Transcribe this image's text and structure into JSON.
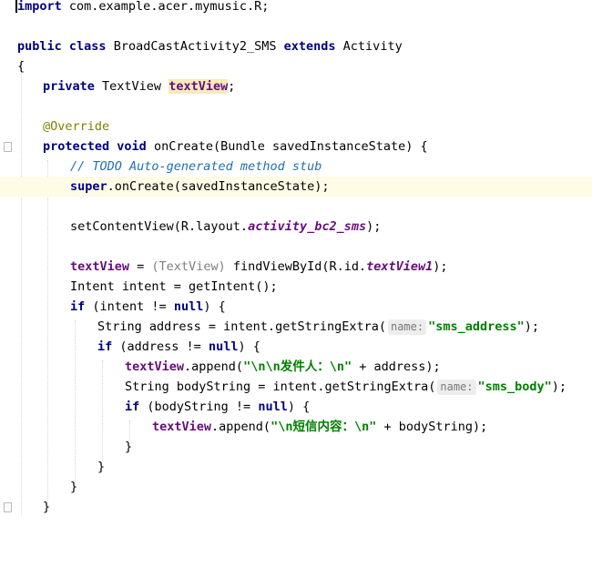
{
  "editor": {
    "lines": {
      "l1": {
        "import_kw": "import",
        "import_path": " com.example.acer.mymusic.R;"
      },
      "l3": {
        "public_kw": "public",
        "class_kw": "class",
        "class_name": " BroadCastActivity2_SMS ",
        "extends_kw": "extends",
        "parent": " Activity"
      },
      "l4": {
        "brace": "{"
      },
      "l5": {
        "private_kw": "private",
        "type": " TextView ",
        "field": "textView",
        "semi": ";"
      },
      "l7": {
        "annotation": "@Override"
      },
      "l8": {
        "protected_kw": "protected",
        "void_kw": "void",
        "sig": " onCreate(Bundle savedInstanceState) {"
      },
      "l9": {
        "comment": "// TODO Auto-generated method stub"
      },
      "l10": {
        "super_kw": "super",
        "call": ".onCreate(savedInstanceState);"
      },
      "l12": {
        "call": "setContentView(R.layout.",
        "res": "activity_bc2_sms",
        "end": ");"
      },
      "l14": {
        "field": "textView",
        "eq": " = ",
        "cast": "(TextView)",
        "call": " findViewById(R.id.",
        "res": "textView1",
        "end": ");"
      },
      "l15": {
        "code": "Intent intent = getIntent();"
      },
      "l16": {
        "if_kw": "if",
        "cond": " (intent != ",
        "null_kw": "null",
        "end": ") {"
      },
      "l17": {
        "code": "String address = intent.getStringExtra(",
        "hint": "name:",
        "str": "\"sms_address\"",
        "end": ");"
      },
      "l18": {
        "if_kw": "if",
        "cond": " (address != ",
        "null_kw": "null",
        "end": ") {"
      },
      "l19": {
        "field": "textView",
        "call": ".append(",
        "str": "\"\\n\\n发件人：\\n\"",
        "end": " + address);"
      },
      "l20": {
        "code": "String bodyString = intent.getStringExtra(",
        "hint": "name:",
        "str": "\"sms_body\"",
        "end": ");"
      },
      "l21": {
        "if_kw": "if",
        "cond": " (bodyString != ",
        "null_kw": "null",
        "end": ") {"
      },
      "l22": {
        "field": "textView",
        "call": ".append(",
        "str": "\"\\n短信内容：\\n\"",
        "end": " + bodyString);"
      },
      "l23": {
        "brace": "}"
      },
      "l24": {
        "brace": "}"
      },
      "l25": {
        "brace": "}"
      },
      "l26": {
        "brace": "}"
      }
    }
  }
}
